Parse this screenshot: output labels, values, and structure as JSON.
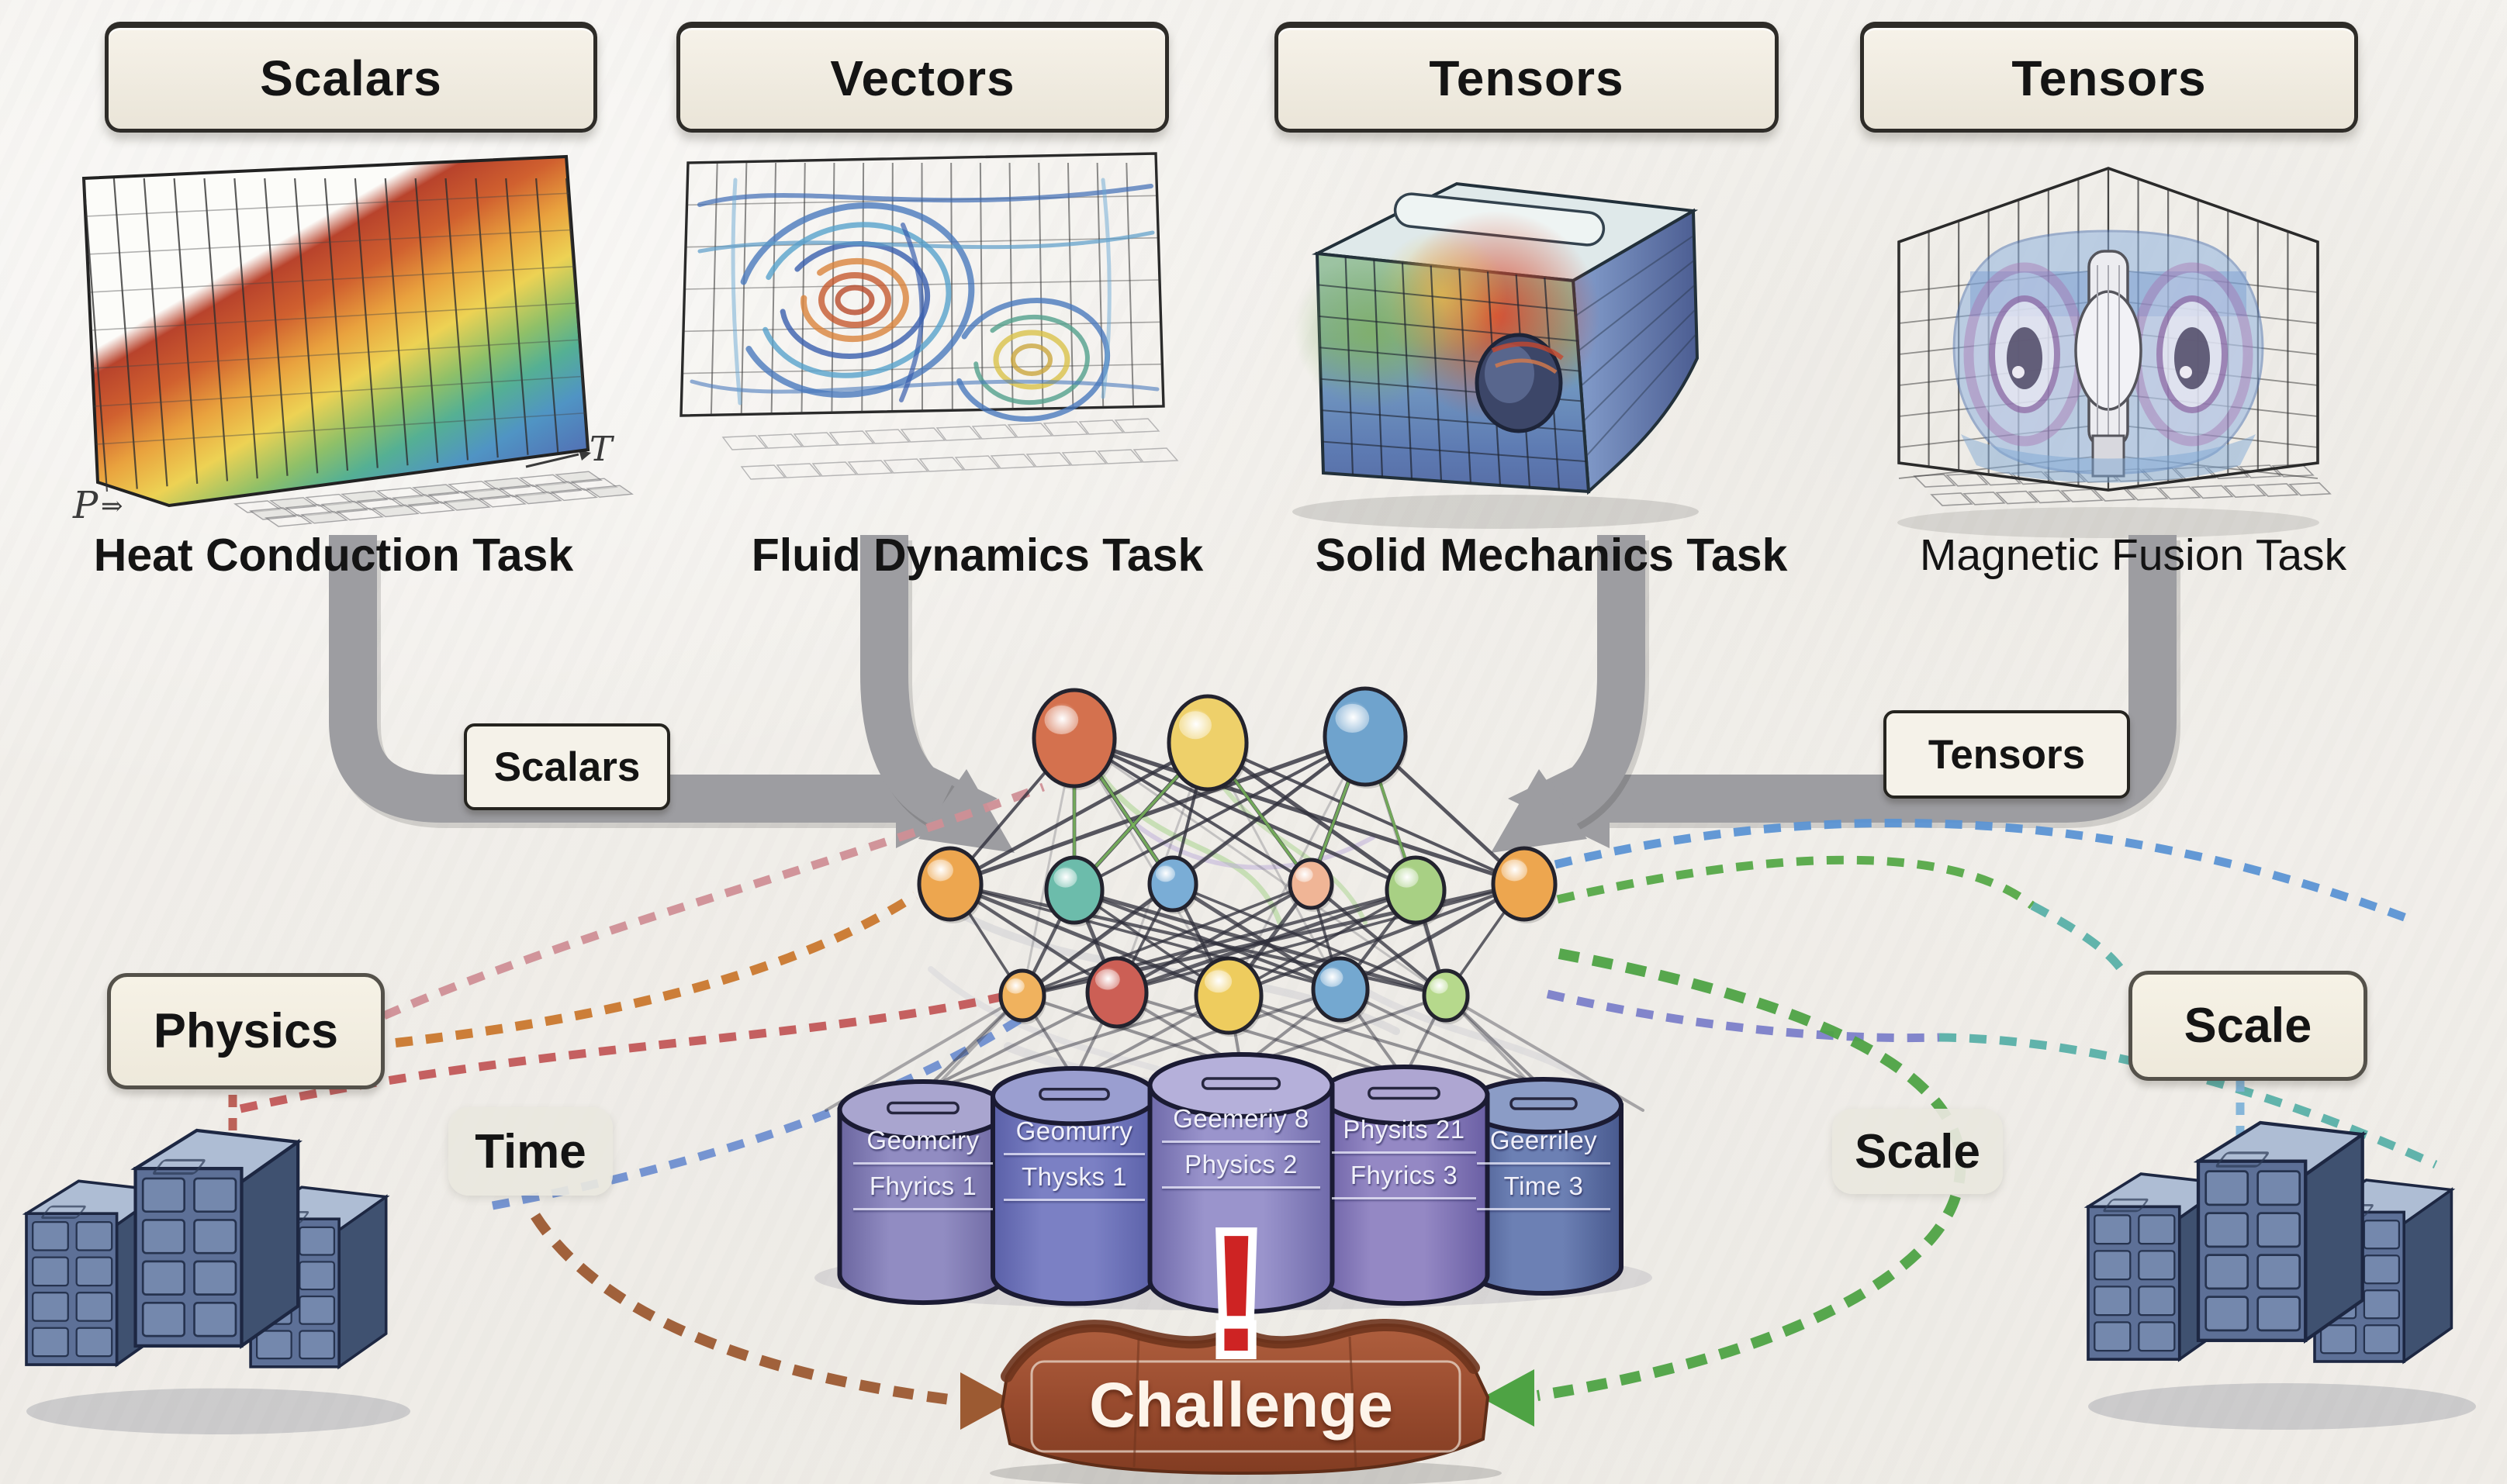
{
  "header_row": [
    {
      "label": "Scalars"
    },
    {
      "label": "Vectors"
    },
    {
      "label": "Tensors"
    },
    {
      "label": "Tensors"
    }
  ],
  "tasks": [
    {
      "label": "Heat Conduction Task"
    },
    {
      "label": "Fluid Dynamics Task"
    },
    {
      "label": "Solid Mechanics Task"
    },
    {
      "label": "Magnetic Fusion Task"
    }
  ],
  "heat_axis": {
    "t": "T",
    "p": "P",
    "p_arrow": "⇒"
  },
  "flow": {
    "left": "Scalars",
    "right": "Tensors"
  },
  "factors": {
    "physics": "Physics",
    "time": "Time",
    "scale_outer": "Scale",
    "scale_inner": "Scale"
  },
  "challenge": {
    "banner": "Challenge",
    "exclamation": "!"
  },
  "datasets": [
    {
      "top": "Geomciry",
      "bottom": "Fhyrics 1"
    },
    {
      "top": "Geomurry",
      "bottom": "Thysks 1"
    },
    {
      "top": "Geemeriy 8",
      "bottom": "Physics 2"
    },
    {
      "top": "Physits 21",
      "bottom": "Fhyrics 3"
    },
    {
      "top": "Geerriley",
      "bottom": "Time 3"
    }
  ],
  "network": {
    "top_colors": [
      "#d4714e",
      "#eed06a",
      "#6fa3cd"
    ],
    "middle_colors": [
      "#eda64f",
      "#6cbcab",
      "#7aadd6",
      "#f0b596",
      "#a8d084",
      "#eda64f"
    ],
    "bottom_colors": [
      "#f0b25e",
      "#cc5f55",
      "#eecc5e",
      "#74a8d0",
      "#b6d98c"
    ]
  },
  "palette": {
    "paper": "#f2f0ec",
    "arrow_gray": "#9d9da1",
    "edge_dark": "#30303c",
    "edge_green": "#79b85a",
    "dash_pink": "#cf8f96",
    "dash_orange": "#c9782e",
    "dash_crimson": "#c25858",
    "dash_blue": "#6f8fd0",
    "dash_blue_light": "#5b93d4",
    "dash_green": "#55a948",
    "dash_teal": "#58b0a8",
    "dash_indigo": "#7b7fc9",
    "dash_sky": "#7fb3d8",
    "dash_red_drop": "#b85a50",
    "arrow_brown": "#9c5a32",
    "arrow_green": "#4ea344",
    "banner_brown": "#9a4c2f",
    "banner_dark": "#6e341d",
    "exclamation_red": "#ce2323",
    "rack_front": "#5d7097",
    "rack_top": "#aebdd4",
    "rack_side": "#3f5170",
    "cyl_outline": "#1b1b33"
  }
}
